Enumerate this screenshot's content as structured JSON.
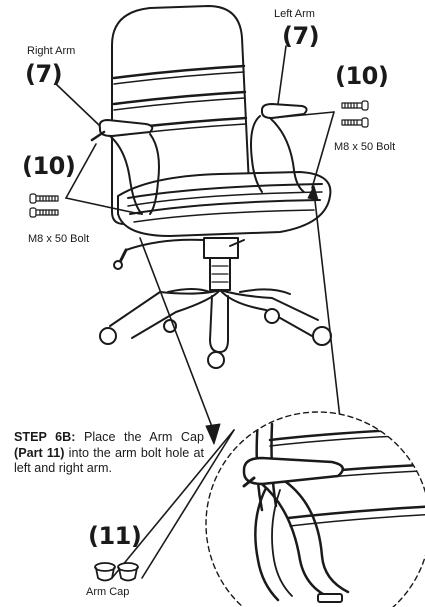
{
  "colors": {
    "ink": "#1a1a1a",
    "background": "#ffffff"
  },
  "labels": {
    "left_arm": "Left Arm",
    "left_arm_qty": "(7)",
    "right_arm": "Right Arm",
    "right_arm_qty": "(7)",
    "bolt_right_qty": "(10)",
    "bolt_right_spec": "M8 x 50 Bolt",
    "bolt_left_qty": "(10)",
    "bolt_left_spec": "M8 x 50 Bolt",
    "arm_cap_qty": "(11)",
    "arm_cap": "Arm Cap"
  },
  "step": {
    "heading": "STEP 6B:",
    "text_1": " Place the Arm Cap ",
    "part_ref": "(Part 11)",
    "text_2": " into the arm bolt hole at left and right arm."
  },
  "icons": [
    "office-chair-drawing",
    "bolt-icon",
    "arm-cap-icon",
    "detail-magnifier-circle"
  ]
}
